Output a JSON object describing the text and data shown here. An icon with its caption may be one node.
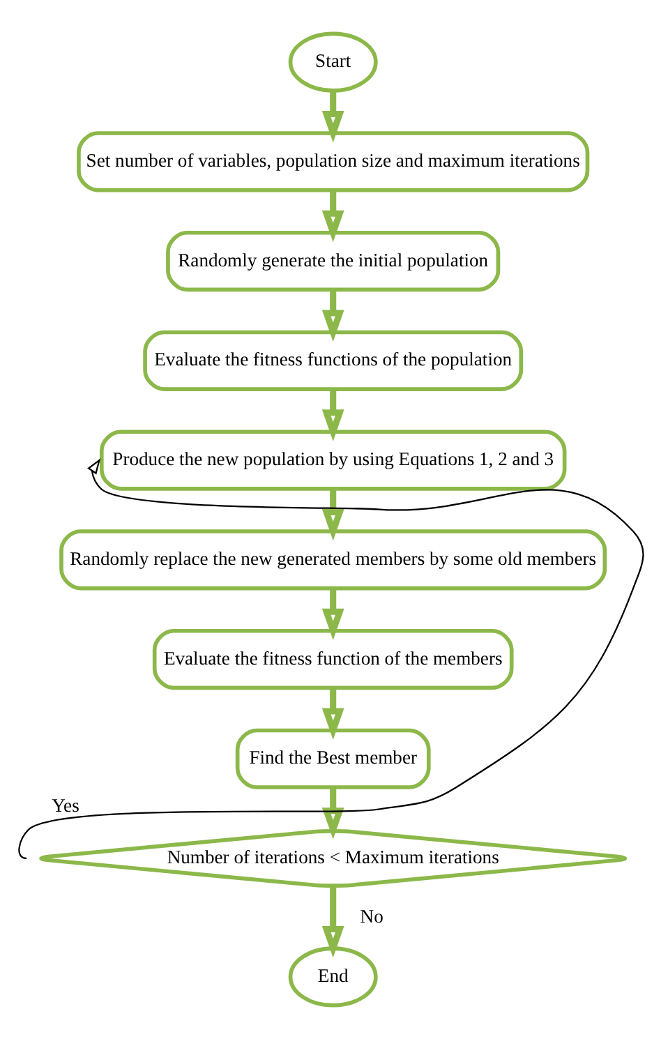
{
  "diagram": {
    "nodes": [
      {
        "text": [
          "Start"
        ]
      },
      {
        "text": [
          "Set number of variables, population size and maximum iterations"
        ]
      },
      {
        "text": [
          "Randomly generate the initial population"
        ]
      },
      {
        "text": [
          "Evaluate the fitness functions of the population"
        ]
      },
      {
        "text": [
          "Produce the new population by using Equations 1, 2 and 3"
        ]
      },
      {
        "text": [
          "Randomly replace the new generated members by some old members"
        ]
      },
      {
        "text": [
          "Evaluate the fitness function of the members"
        ]
      },
      {
        "text": [
          "Find the Best member"
        ]
      },
      {
        "text": [
          "Number of iterations < Maximum iterations"
        ]
      },
      {
        "text": [
          "End"
        ]
      }
    ],
    "edges": [
      {
        "from": 0,
        "to": 1,
        "arrow": "to"
      },
      {
        "from": 1,
        "to": 2,
        "arrow": "to"
      },
      {
        "from": 2,
        "to": 3,
        "arrow": "to"
      },
      {
        "from": 3,
        "to": 4,
        "arrow": "to"
      },
      {
        "from": 4,
        "to": 5,
        "arrow": "to"
      },
      {
        "from": 5,
        "to": 6,
        "arrow": "to"
      },
      {
        "from": 6,
        "to": 7,
        "arrow": "to"
      },
      {
        "from": 7,
        "to": 8,
        "arrow": "to"
      },
      {
        "from": 8,
        "to": 4,
        "arrow": "to",
        "label": "Yes",
        "color": "#000000"
      },
      {
        "from": 8,
        "to": 9,
        "arrow": "to",
        "label": "No"
      }
    ]
  }
}
